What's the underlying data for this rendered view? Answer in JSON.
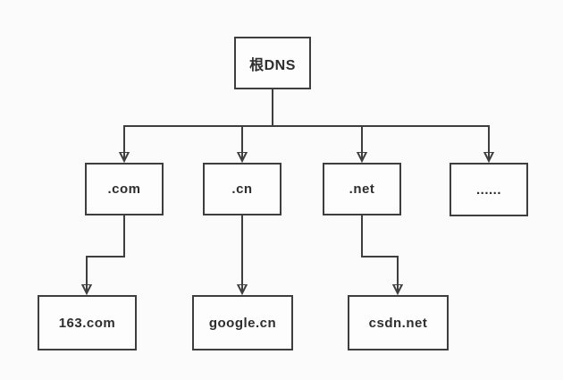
{
  "diagram": {
    "root": {
      "label": "根DNS"
    },
    "tlds": [
      {
        "label": ".com"
      },
      {
        "label": ".cn"
      },
      {
        "label": ".net"
      },
      {
        "label": "......"
      }
    ],
    "domains": [
      {
        "label": "163.com"
      },
      {
        "label": "google.cn"
      },
      {
        "label": "csdn.net"
      }
    ],
    "edges": [
      {
        "from": "根DNS",
        "to": ".com"
      },
      {
        "from": "根DNS",
        "to": ".cn"
      },
      {
        "from": "根DNS",
        "to": ".net"
      },
      {
        "from": "根DNS",
        "to": "......"
      },
      {
        "from": ".com",
        "to": "163.com"
      },
      {
        "from": ".cn",
        "to": "google.cn"
      },
      {
        "from": ".net",
        "to": "csdn.net"
      }
    ]
  },
  "colors": {
    "line": "#3e3e3e",
    "text": "#2e2e2e",
    "box_fill": "#fdfdfd",
    "background": "#fbfbfb"
  }
}
